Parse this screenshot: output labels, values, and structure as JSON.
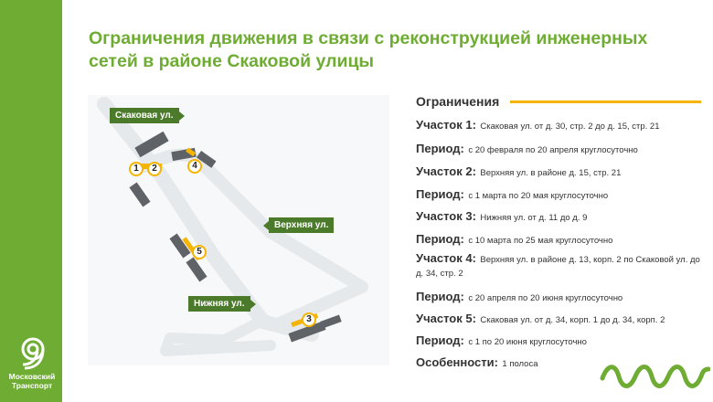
{
  "title": "Ограничения движения в связи с реконструкцией инженерных сетей в районе Скаковой улицы",
  "logo": {
    "line1": "Московский",
    "line2": "Транспорт"
  },
  "map": {
    "labels": {
      "skakovaya": "Скаковая ул.",
      "verkhnyaya": "Верхняя ул.",
      "nizhnyaya": "Нижняя ул."
    },
    "markers": [
      "1",
      "2",
      "3",
      "4",
      "5"
    ]
  },
  "panel": {
    "heading": "Ограничения",
    "rows": [
      {
        "key": "Участок 1:",
        "value": "Скаковая ул. от д. 30, стр. 2 до д. 15, стр. 21"
      },
      {
        "key": "Период:",
        "value": "с 20 февраля по 20 апреля круглосуточно"
      },
      {
        "key": "Участок 2:",
        "value": "Верхняя ул. в районе д. 15, стр. 21"
      },
      {
        "key": "Период:",
        "value": "с 1 марта по 20 мая круглосуточно"
      },
      {
        "key": "Участок 3:",
        "value": "Нижняя ул. от д. 11 до д. 9"
      },
      {
        "key": "Период:",
        "value": "с 10 марта по 25 мая круглосуточно"
      },
      {
        "key": "Участок 4:",
        "value": "Верхняя ул. в районе д. 13, корп. 2 по Скаковой ул. до д. 34, стр. 2"
      },
      {
        "key": "Период:",
        "value": "с 20 апреля по 20 июня круглосуточно"
      },
      {
        "key": "Участок 5:",
        "value": "Скаковая ул. от д. 34, корп. 1 до д. 34, корп. 2"
      },
      {
        "key": "Период:",
        "value": "с 1 по 20 июня круглосуточно"
      },
      {
        "key": "Особенности:",
        "value": "1 полоса"
      }
    ]
  },
  "colors": {
    "brand_green": "#6fac34",
    "label_green": "#4a7a2a",
    "accent_yellow": "#f4b400",
    "road": "#e9ecef",
    "building": "#5f6368"
  }
}
